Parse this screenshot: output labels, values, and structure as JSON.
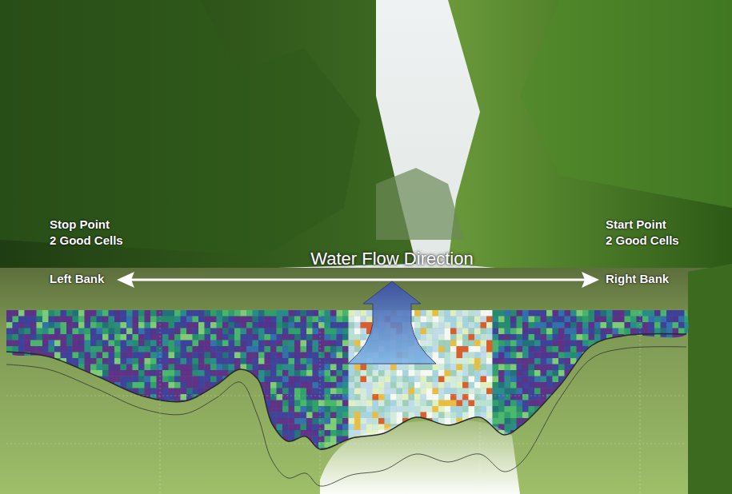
{
  "diagram": {
    "labels": [
      "Stop Point",
      "2 Good Cells",
      "Left Bank",
      "Water Flow Direction",
      "Start Point",
      "2 Good Cells",
      "Right Bank"
    ]
  }
}
